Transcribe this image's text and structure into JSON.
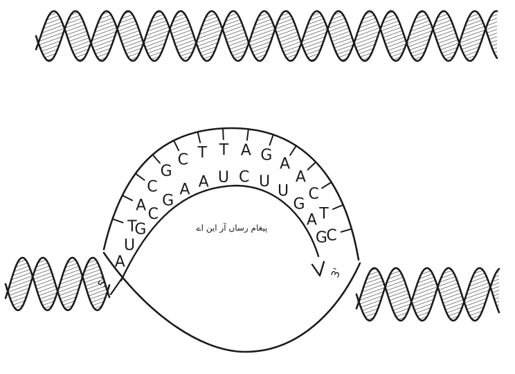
{
  "diagram": {
    "dna_template_bases": [
      "T",
      "A",
      "C",
      "G",
      "C",
      "T",
      "T",
      "A",
      "G",
      "A",
      "A",
      "C",
      "T",
      "C"
    ],
    "rna_bases": [
      "A",
      "U",
      "G",
      "C",
      "G",
      "A",
      "A",
      "U",
      "C",
      "U",
      "U",
      "G",
      "A",
      "G"
    ],
    "five_prime_label": "5'",
    "three_prime_label": "3'",
    "mrna_caption": "پیغام رساں آر این اے"
  },
  "colors": {
    "ink": "#1a1a1a",
    "paper": "#ffffff"
  }
}
